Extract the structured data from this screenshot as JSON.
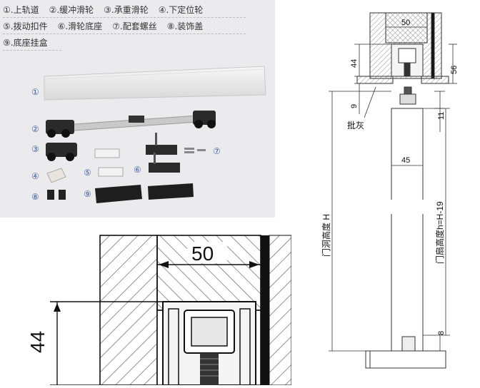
{
  "legend": {
    "items": [
      "①.上轨道",
      "②.缓冲滑轮",
      "③.承重滑轮",
      "④.下定位轮",
      "⑤.拨动扣件",
      "⑥.滑轮底座",
      "⑦.配套螺丝",
      "⑧.装饰盖",
      "⑨.底座挂盒"
    ]
  },
  "parts_photo": {
    "markers": [
      "①",
      "②",
      "③",
      "④",
      "⑤",
      "⑥",
      "⑦",
      "⑧",
      "⑨"
    ]
  },
  "drawing": {
    "dim_50": "50",
    "dim_44": "44",
    "dim_56": "56",
    "dim_9": "9",
    "dim_11": "11",
    "dim_45": "45",
    "dim_8": "8",
    "label_putty": "批灰",
    "label_opening_height": "门洞高度 H",
    "label_leaf_height": "门扇高度h=H-19"
  },
  "zoom": {
    "dim_50": "50",
    "dim_44": "44"
  }
}
